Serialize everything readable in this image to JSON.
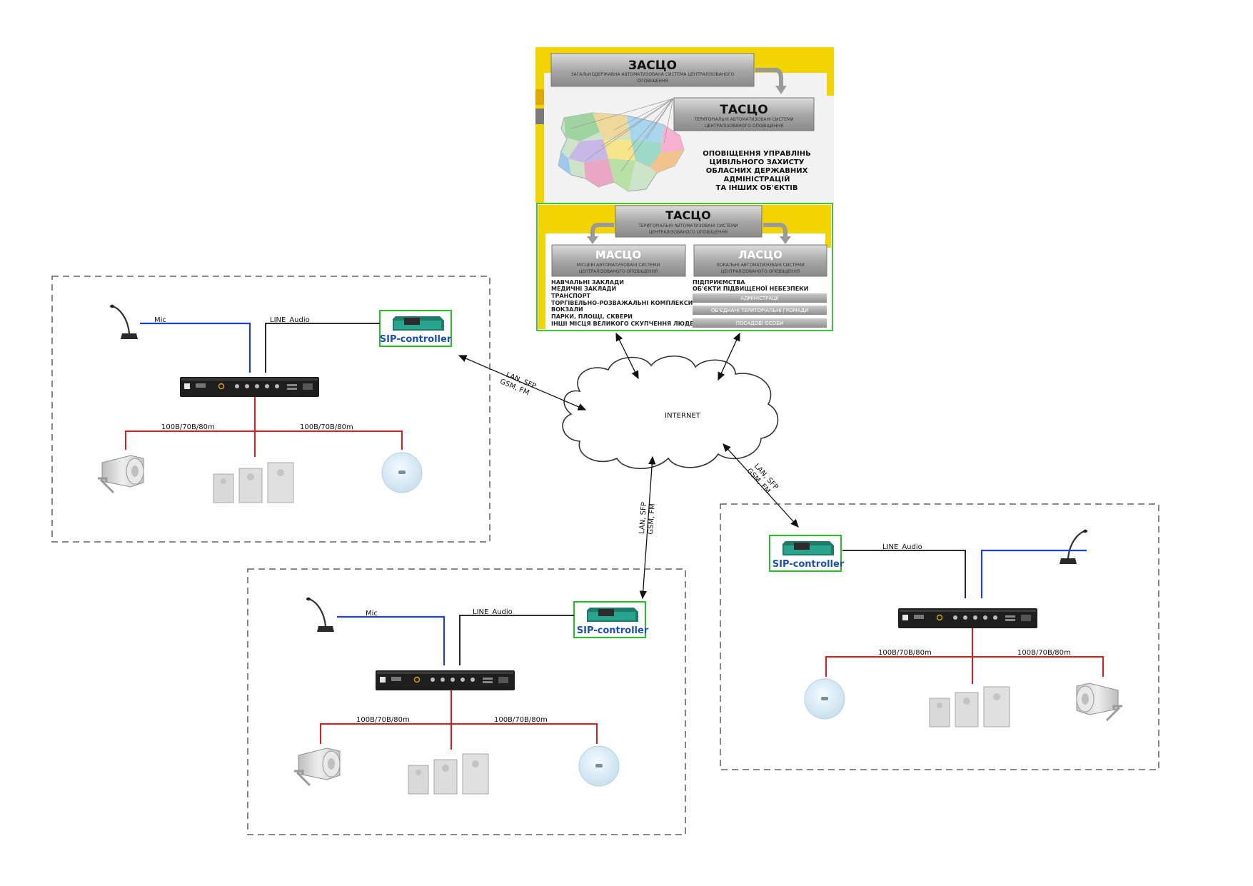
{
  "internet_label": "INTERNET",
  "link_label_1": "LAN, SFP",
  "link_label_2": "GSM, FM",
  "mic_label": "Mic",
  "line_audio_label": "LINE_Audio",
  "speaker_line_label": "100B/70B/80m",
  "sip_label": "SIP-controller",
  "panel": {
    "zasco": {
      "title": "ЗАСЦО",
      "subtitle": "ЗАГАЛЬНОДЕРЖАВНА АВТОМАТИЗОВАНА СИСТЕМА ЦЕНТРАЛІЗОВАНОГО",
      "subtitle2": "ОПОВІЩЕННЯ"
    },
    "tasco_top": {
      "title": "ТАСЦО",
      "subtitle": "ТЕРИТОРІАЛЬНІ АВТОМАТИЗОВАНІ СИСТЕМИ",
      "subtitle2": "ЦЕНТРАЛІЗОВАНОГО ОПОВІЩЕННЯ"
    },
    "notice_lines": [
      "ОПОВІЩЕННЯ УПРАВЛІНЬ",
      "ЦИВІЛЬНОГО ЗАХИСТУ",
      "ОБЛАСНИХ ДЕРЖАВНИХ",
      "АДМІНІСТРАЦІЙ",
      "ТА ІНШИХ ОБ'ЄКТІВ"
    ],
    "tasco_bottom": {
      "title": "ТАСЦО",
      "subtitle": "ТЕРИТОРІАЛЬНІ АВТОМАТИЗОВАНІ СИСТЕМИ",
      "subtitle2": "ЦЕНТРАЛІЗОВАНОГО ОПОВІЩЕННЯ"
    },
    "masco": {
      "title": "МАСЦО",
      "subtitle": "МІСЦЕВІ АВТОМАТИЗОВАНІ СИСТЕМИ",
      "subtitle2": "ЦЕНТРАЛІЗОВАНОГО ОПОВІЩЕННЯ"
    },
    "lasco": {
      "title": "ЛАСЦО",
      "subtitle": "ЛОКАЛЬНІ АВТОМАТИЗОВАНІ СИСТЕМИ",
      "subtitle2": "ЦЕНТРАЛІЗОВАНОГО ОПОВІЩЕННЯ"
    },
    "masco_items": [
      "НАВЧАЛЬНІ ЗАКЛАДИ",
      "МЕДИЧНІ ЗАКЛАДИ",
      "ТРАНСПОРТ",
      "ТОРГІВЕЛЬНО-РОЗВАЖАЛЬНІ КОМПЛЕКСИ",
      "ВОКЗАЛИ",
      "ПАРКИ, ПЛОЩІ, СКВЕРИ",
      "ІНШІ МІСЦЯ ВЕЛИКОГО СКУПЧЕННЯ ЛЮДЕЙ"
    ],
    "lasco_items": [
      "ПІДПРИЄМСТВА",
      "ОБ'ЄКТИ ПІДВИЩЕНОЇ НЕБЕЗПЕКИ"
    ],
    "lasco_buttons": [
      "АДМІНІСТРАЦІЇ",
      "ОБ'ЄДНАНІ ТЕРИТОРІАЛЬНІ ГРОМАДИ",
      "ПОСАДОВІ ОСОБИ"
    ]
  },
  "colors": {
    "mic_wire": "#1f3fd6",
    "speaker_wire": "#e01b1b",
    "sip_border": "#22c322",
    "panel_yellow": "#f2d400"
  }
}
